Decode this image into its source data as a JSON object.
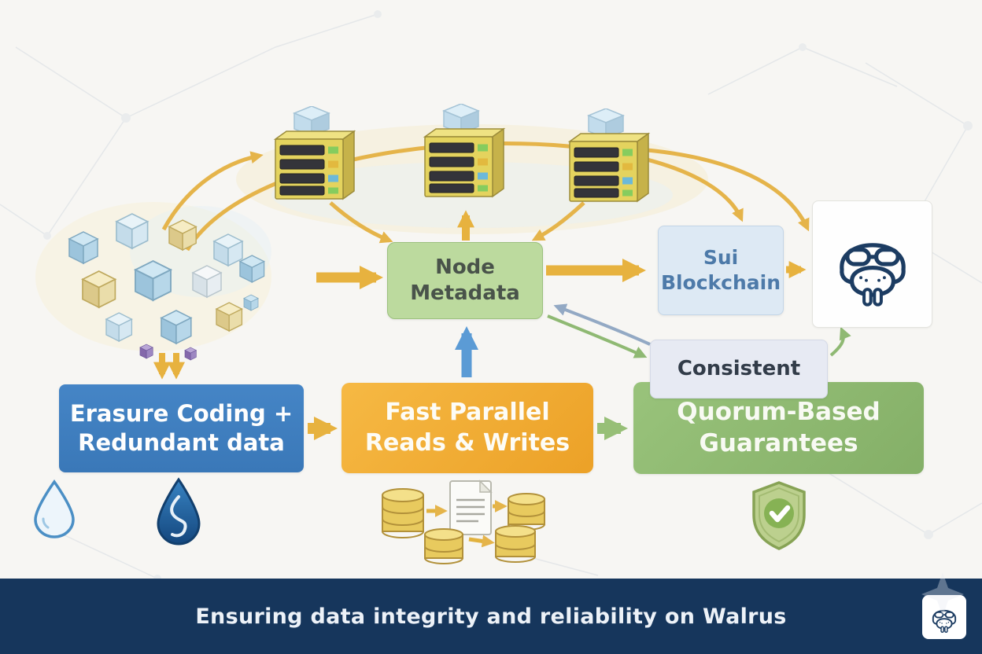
{
  "page": {
    "title": "Walrus data integrity infographic"
  },
  "flow": {
    "node_metadata": {
      "lines": [
        "Node",
        "Metadata"
      ]
    },
    "sui_blockchain": {
      "lines": [
        "Sui",
        "Blockchain"
      ]
    },
    "consistent": {
      "label": "Consistent"
    },
    "erasure_coding": {
      "lines": [
        "Erasure Coding +",
        "Redundant data"
      ]
    },
    "fast_parallel": {
      "lines": [
        "Fast Parallel",
        "Reads & Writes"
      ]
    },
    "quorum": {
      "lines": [
        "Quorum-Based",
        "Guarantees"
      ]
    }
  },
  "footer": {
    "caption": "Ensuring data integrity and reliability on Walrus"
  },
  "icons": {
    "storage_nodes": "storage-node-server-icon",
    "shards": "erasure-shard-cubes-icon",
    "droplet_outline": "water-droplet-icon",
    "droplet_sui": "sui-droplet-icon",
    "databases": "replicated-databases-icon",
    "shield": "shield-check-icon",
    "walrus": "walrus-logo-icon"
  },
  "colors": {
    "erasure_box": "#3d7dbd",
    "fast_box": "#f2a93c",
    "quorum_box": "#8eb974",
    "metadata_box": "#bcda9e",
    "sui_box": "#dde9f4",
    "consistent_box": "#e7eaf3",
    "footer_bar": "#16365c",
    "arrow_gold": "#e7b23f",
    "arrow_blue": "#5b9bd5",
    "arrow_green": "#97bf77",
    "background": "#f7f6f3"
  }
}
